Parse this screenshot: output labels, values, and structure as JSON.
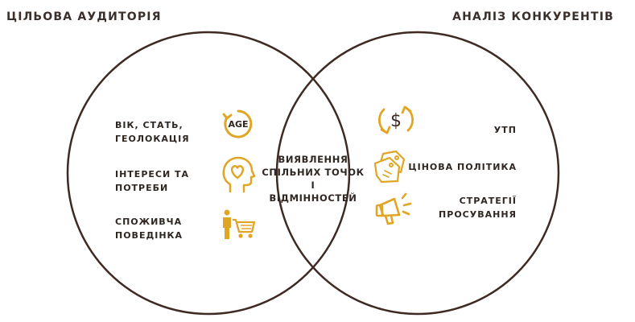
{
  "headings": {
    "left": "ЦІЛЬОВА АУДИТОРІЯ",
    "right": "АНАЛІЗ КОНКУРЕНТІВ"
  },
  "center_text": "ВИЯВЛЕННЯ\nСПІЛЬНИХ ТОЧОК І\nВІДМІННОСТЕЙ",
  "left_items": [
    {
      "label": "ВІК, СТАТЬ,\nГЕОЛОКАЦІЯ",
      "icon": "age-icon",
      "icon_text": "AGE"
    },
    {
      "label": "ІНТЕРЕСИ ТА\nПОТРЕБИ",
      "icon": "head-heart-icon"
    },
    {
      "label": "СПОЖИВЧА\nПОВЕДІНКА",
      "icon": "shopper-cart-icon"
    }
  ],
  "right_items": [
    {
      "label": "УТП",
      "icon": "dollar-exchange-icon",
      "icon_text": "$"
    },
    {
      "label": "ЦІНОВА ПОЛІТИКА",
      "icon": "price-tags-icon"
    },
    {
      "label": "СТРАТЕГІЇ\nПРОСУВАННЯ",
      "icon": "megaphone-icon"
    }
  ],
  "colors": {
    "circle_stroke": "#3e2a22",
    "icon_accent": "#e0a524",
    "text": "#2f2622"
  }
}
